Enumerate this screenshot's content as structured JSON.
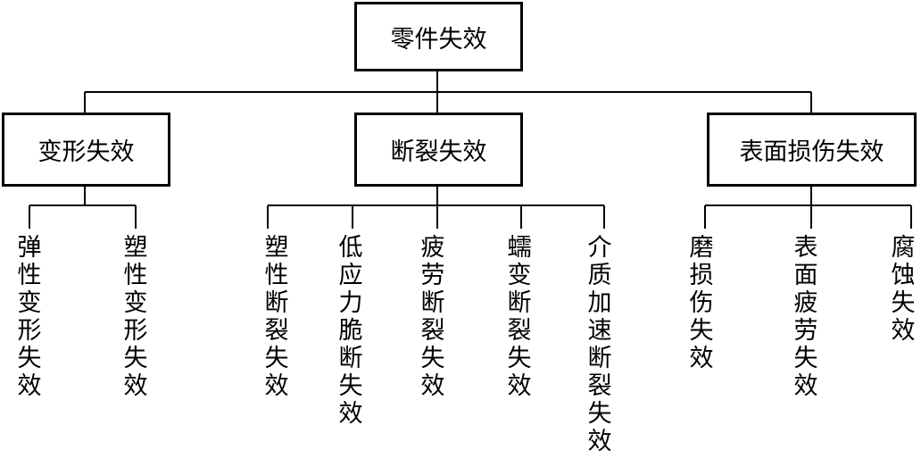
{
  "root": {
    "label": "零件失效"
  },
  "categories": [
    {
      "label": "变形失效",
      "items": [
        "弹性变形失效",
        "塑性变形失效"
      ]
    },
    {
      "label": "断裂失效",
      "items": [
        "塑性断裂失效",
        "低应力脆断失效",
        "疲劳断裂失效",
        "蠕变断裂失效",
        "介质加速断裂失效"
      ]
    },
    {
      "label": "表面损伤失效",
      "items": [
        "磨损伤失效",
        "表面疲劳失效",
        "腐蚀失效"
      ]
    }
  ]
}
